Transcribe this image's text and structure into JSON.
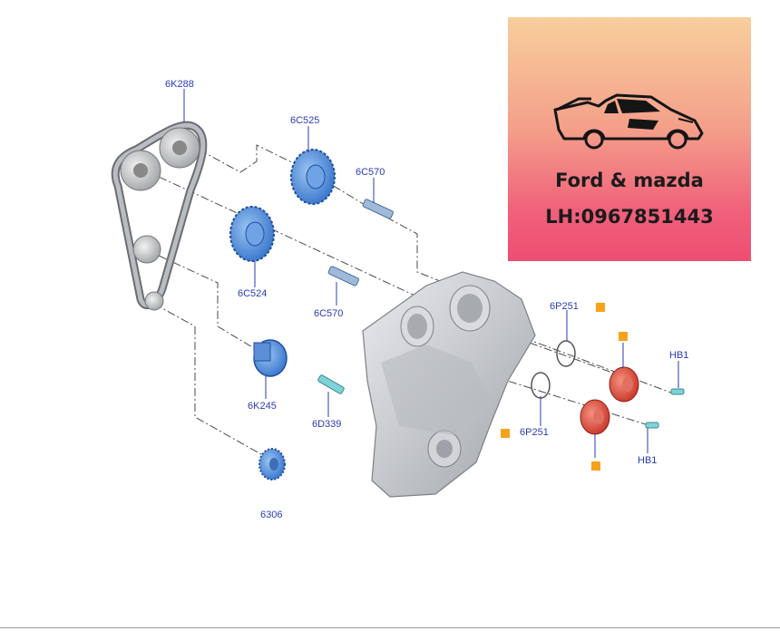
{
  "labels": {
    "belt": "6K288",
    "exhaust_sprocket": "6C525",
    "intake_sprocket": "6C524",
    "bolt_upper": "6C570",
    "bolt_lower": "6C570",
    "tensioner": "6K245",
    "tensioner_bolt": "6D339",
    "crank_sprocket": "6306",
    "seal_upper": "6P251",
    "seal_lower": "6P251",
    "plug_upper": "HB1",
    "plug_lower": "HB1"
  },
  "banner": {
    "line1": "Ford & mazda",
    "line2": "LH:0967851443"
  },
  "colors": {
    "label": "#2b3bb5",
    "sprocket": "#4d8ee0",
    "cam_actuator": "#e0483a",
    "marker": "#f7a21b",
    "housing": "#c9ccd0"
  }
}
